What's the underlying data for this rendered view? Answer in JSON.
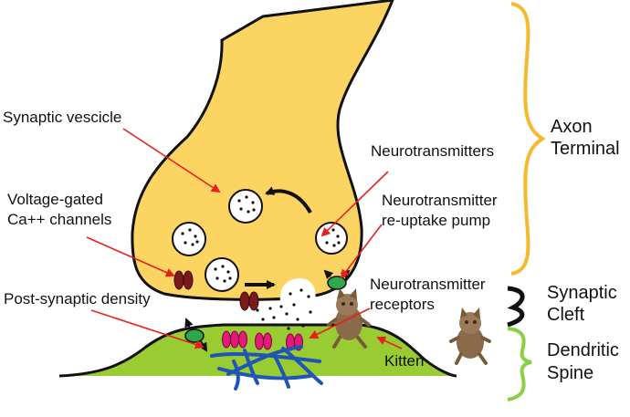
{
  "labels": {
    "synaptic_vesicle": "Synaptic vescicle",
    "voltage_gated_1": "Voltage-gated",
    "voltage_gated_2": "Ca++ channels",
    "post_synaptic_density": "Post-synaptic density",
    "neurotransmitters": "Neurotransmitters",
    "reuptake_1": "Neurotransmitter",
    "reuptake_2": "re-uptake pump",
    "receptors_1": "Neurotransmitter",
    "receptors_2": "receptors",
    "kitten": "Kitten"
  },
  "regions": {
    "axon_1": "Axon",
    "axon_2": "Terminal",
    "cleft_1": "Synaptic",
    "cleft_2": "Cleft",
    "spine_1": "Dendritic",
    "spine_2": "Spine"
  },
  "colors": {
    "terminal_fill": "#fcd462",
    "spine_fill": "#99cc33",
    "axon_brace": "#f5b82e",
    "cleft_brace": "#111111",
    "spine_brace": "#8ad042",
    "arrow_red": "#e62020",
    "channel": "#7a1a1a",
    "receptor": "#e5197a",
    "pump": "#2da84a",
    "filament": "#1f55b3",
    "kitten": "#8a6a4a"
  }
}
